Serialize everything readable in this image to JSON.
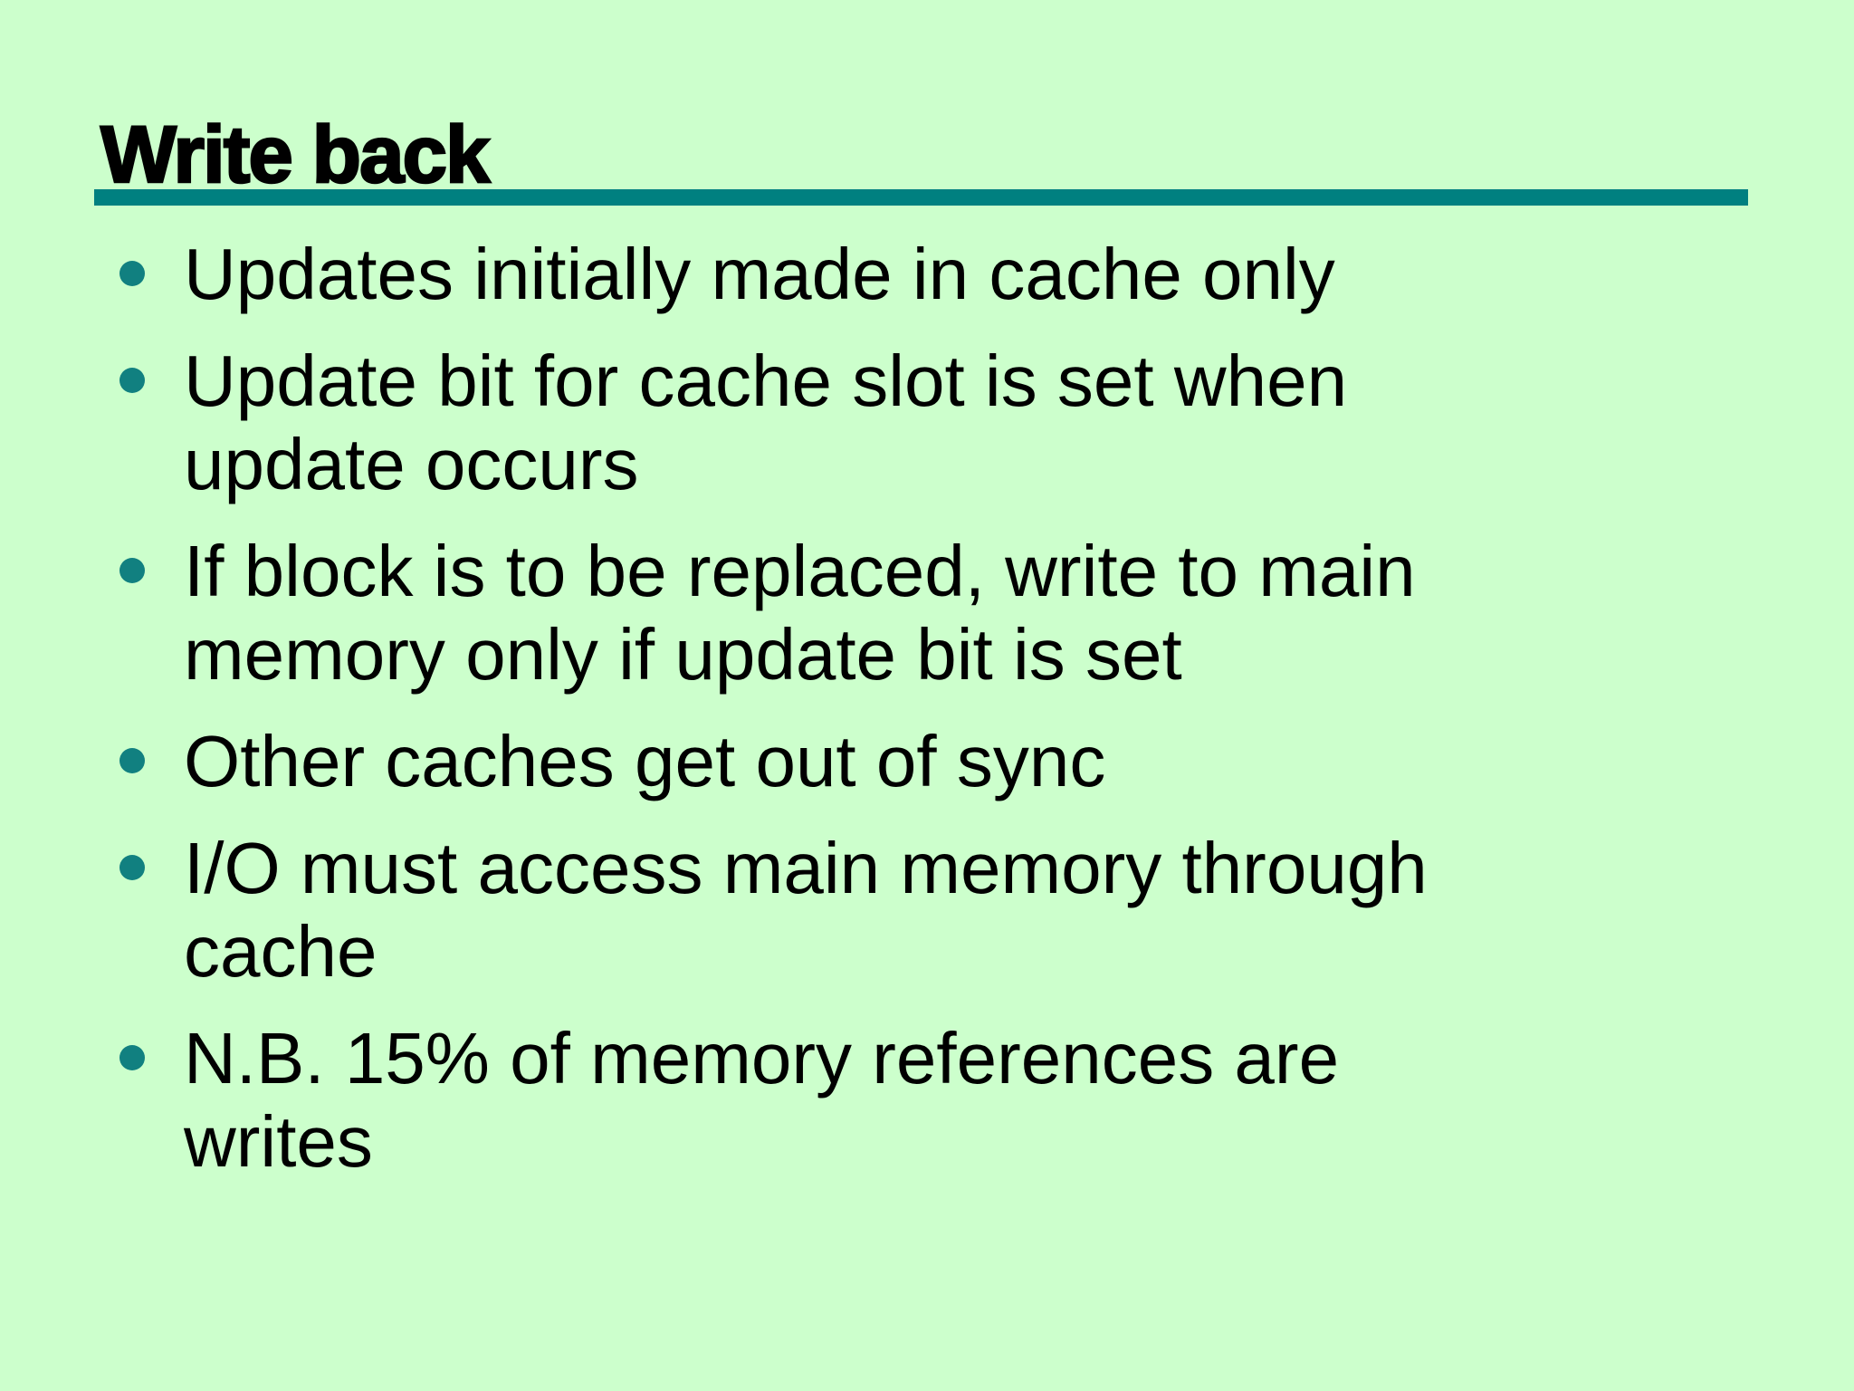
{
  "slide": {
    "title": "Write back",
    "bullets": [
      {
        "text": "Updates initially made in cache only"
      },
      {
        "text": "Update bit for cache slot is set when\nupdate occurs"
      },
      {
        "text": "If block is to be replaced, write to main\nmemory only if update bit is set"
      },
      {
        "text": "Other caches get out of sync"
      },
      {
        "text": "I/O must access main memory through\ncache"
      },
      {
        "text": "N.B. 15% of memory references are\nwrites"
      }
    ],
    "colors": {
      "background": "#ccffcc",
      "accent_teal": "#008080",
      "bullet_teal": "#118080",
      "text": "#000000"
    }
  }
}
